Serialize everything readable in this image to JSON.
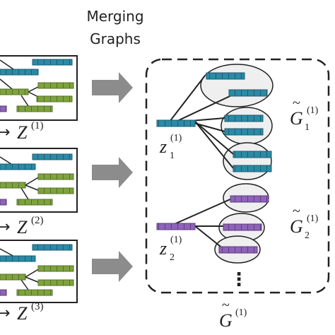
{
  "title_line1": "Merging",
  "title_line2": "Graphs",
  "arrow_symbol": "→",
  "left_z": [
    {
      "base": "Z",
      "sup": "(1)"
    },
    {
      "base": "Z",
      "sup": "(2)"
    },
    {
      "base": "Z",
      "sup": "(3)"
    }
  ],
  "node_z": [
    {
      "base": "z",
      "sub": "1",
      "sup": "(1)"
    },
    {
      "base": "z",
      "sub": "2",
      "sup": "(1)"
    }
  ],
  "subgraph_labels": [
    {
      "base": "G",
      "tilde": "~",
      "sub": "1",
      "sup": "(1)"
    },
    {
      "base": "G",
      "tilde": "~",
      "sub": "2",
      "sup": "(1)"
    }
  ],
  "merged_label": {
    "base": "G",
    "tilde": "~",
    "sup": "(1)"
  },
  "ellipsis": "⋮",
  "colors": {
    "teal": "#2b8aa6",
    "green": "#7ea33c",
    "purple": "#8e63b8",
    "arrow_gray": "#8c8c8c",
    "ellipse_fill": "#efefef",
    "dark": "#222222"
  }
}
